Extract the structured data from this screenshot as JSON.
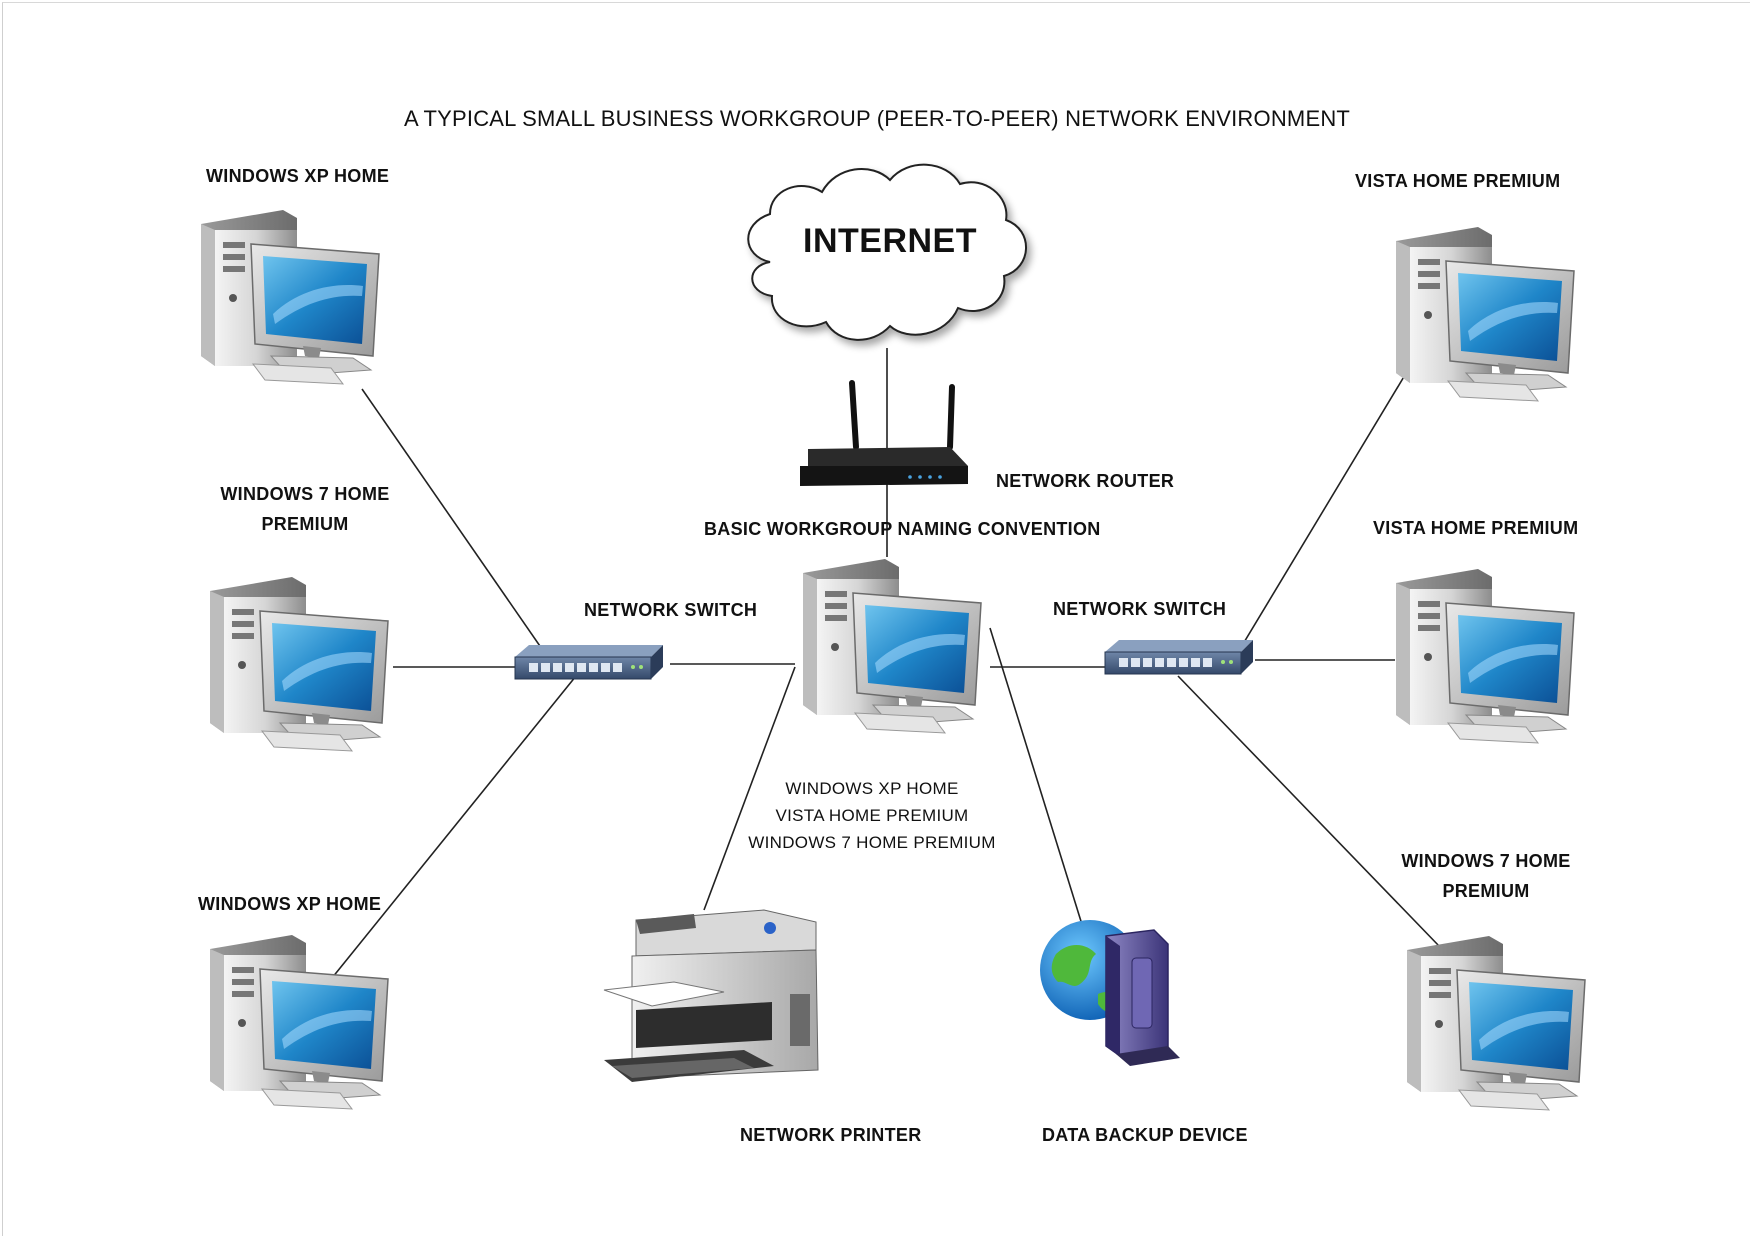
{
  "diagram": {
    "title": "A TYPICAL SMALL BUSINESS  WORKGROUP (PEER-TO-PEER) NETWORK ENVIRONMENT",
    "cloud_label": "INTERNET",
    "router_label": "NETWORK ROUTER",
    "naming_convention_label": "BASIC WORKGROUP NAMING CONVENTION",
    "switch_left_label": "NETWORK SWITCH",
    "switch_right_label": "NETWORK SWITCH",
    "center_os_list": [
      "WINDOWS XP HOME",
      "VISTA HOME PREMIUM",
      "WINDOWS 7 HOME PREMIUM"
    ],
    "printer_label": "NETWORK PRINTER",
    "backup_label": "DATA BACKUP DEVICE",
    "computers": {
      "left_top": "WINDOWS XP HOME",
      "left_mid_line1": "WINDOWS  7 HOME",
      "left_mid_line2": "PREMIUM",
      "left_bottom": "WINDOWS XP HOME",
      "right_top": "VISTA HOME PREMIUM",
      "right_mid": "VISTA HOME PREMIUM",
      "right_bottom_line1": "WINDOWS  7 HOME",
      "right_bottom_line2": "PREMIUM"
    }
  }
}
